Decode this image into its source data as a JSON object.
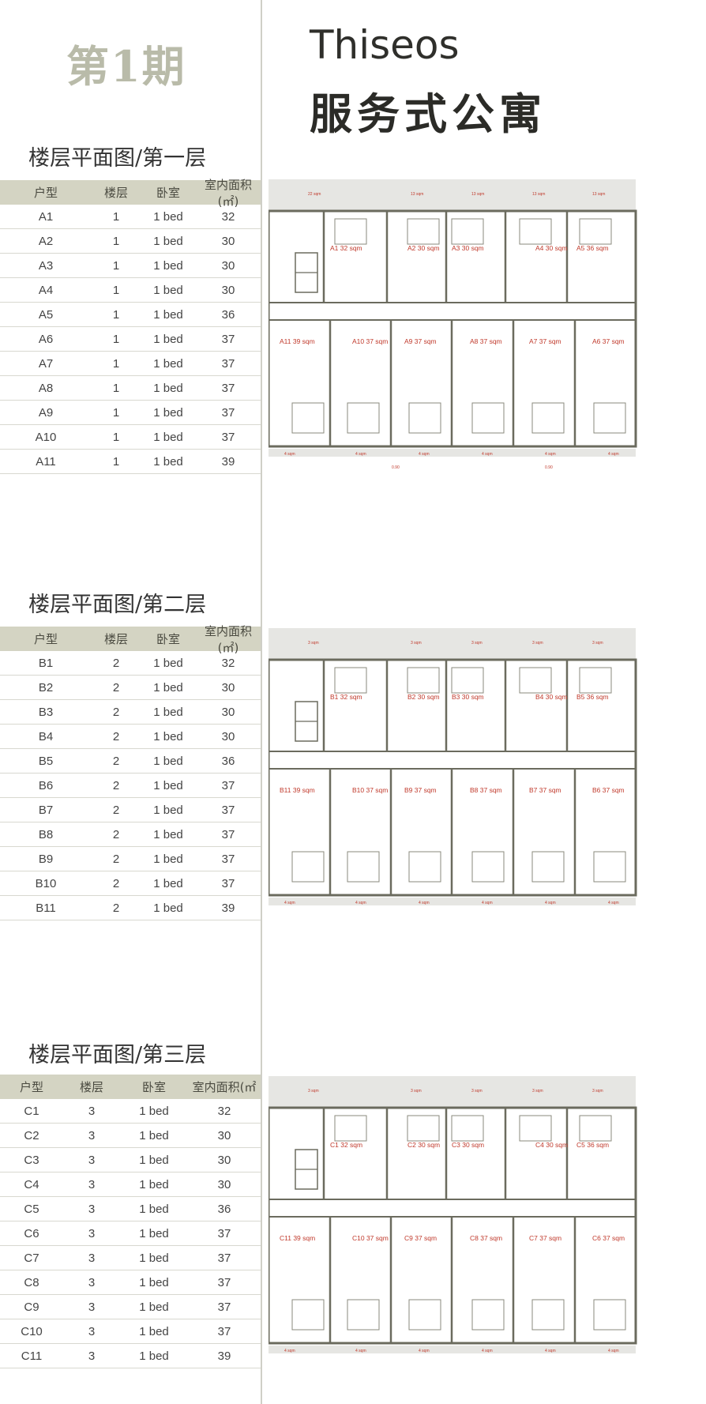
{
  "header": {
    "phase": "第1期",
    "brand": "Thiseos",
    "brand_sub": "服务式公寓"
  },
  "table_headers": [
    "户型",
    "楼层",
    "卧室",
    "室内面积(㎡)"
  ],
  "table_headers_c": [
    "户型",
    "楼层",
    "卧室",
    "室内面积(㎡"
  ],
  "floors": [
    {
      "title": "楼层平面图/第一层",
      "rows": [
        [
          "A1",
          "1",
          "1 bed",
          "32"
        ],
        [
          "A2",
          "1",
          "1 bed",
          "30"
        ],
        [
          "A3",
          "1",
          "1 bed",
          "30"
        ],
        [
          "A4",
          "1",
          "1 bed",
          "30"
        ],
        [
          "A5",
          "1",
          "1 bed",
          "36"
        ],
        [
          "A6",
          "1",
          "1 bed",
          "37"
        ],
        [
          "A7",
          "1",
          "1 bed",
          "37"
        ],
        [
          "A8",
          "1",
          "1 bed",
          "37"
        ],
        [
          "A9",
          "1",
          "1 bed",
          "37"
        ],
        [
          "A10",
          "1",
          "1 bed",
          "37"
        ],
        [
          "A11",
          "1",
          "1 bed",
          "39"
        ]
      ],
      "plan_top_labels": [
        "22 sqm",
        "13 sqm",
        "13 sqm",
        "13 sqm",
        "13 sqm"
      ],
      "plan_bottom_labels": [
        "4 sqm",
        "4 sqm",
        "4 sqm",
        "4 sqm",
        "4 sqm",
        "4 sqm"
      ],
      "units_top": [
        "A1 32 sqm",
        "A2 30 sqm",
        "A3 30 sqm",
        "A4 30 sqm",
        "A5 36 sqm"
      ],
      "units_bottom": [
        "A11 39 sqm",
        "A10 37 sqm",
        "A9 37 sqm",
        "A8 37 sqm",
        "A7 37 sqm",
        "A6 37 sqm"
      ],
      "dims": [
        "0.90",
        "0.90"
      ]
    },
    {
      "title": "楼层平面图/第二层",
      "rows": [
        [
          "B1",
          "2",
          "1 bed",
          "32"
        ],
        [
          "B2",
          "2",
          "1 bed",
          "30"
        ],
        [
          "B3",
          "2",
          "1 bed",
          "30"
        ],
        [
          "B4",
          "2",
          "1 bed",
          "30"
        ],
        [
          "B5",
          "2",
          "1 bed",
          "36"
        ],
        [
          "B6",
          "2",
          "1 bed",
          "37"
        ],
        [
          "B7",
          "2",
          "1 bed",
          "37"
        ],
        [
          "B8",
          "2",
          "1 bed",
          "37"
        ],
        [
          "B9",
          "2",
          "1 bed",
          "37"
        ],
        [
          "B10",
          "2",
          "1 bed",
          "37"
        ],
        [
          "B11",
          "2",
          "1 bed",
          "39"
        ]
      ],
      "plan_top_labels": [
        "3 sqm",
        "3 sqm",
        "3 sqm",
        "3 sqm",
        "3 sqm"
      ],
      "plan_bottom_labels": [
        "4 sqm",
        "4 sqm",
        "4 sqm",
        "4 sqm",
        "4 sqm",
        "4 sqm"
      ],
      "units_top": [
        "B1 32 sqm",
        "B2 30 sqm",
        "B3 30 sqm",
        "B4 30 sqm",
        "B5 36 sqm"
      ],
      "units_bottom": [
        "B11 39 sqm",
        "B10 37 sqm",
        "B9 37 sqm",
        "B8 37 sqm",
        "B7 37 sqm",
        "B6 37 sqm"
      ],
      "dims": []
    },
    {
      "title": "楼层平面图/第三层",
      "rows": [
        [
          "C1",
          "3",
          "1 bed",
          "32"
        ],
        [
          "C2",
          "3",
          "1 bed",
          "30"
        ],
        [
          "C3",
          "3",
          "1 bed",
          "30"
        ],
        [
          "C4",
          "3",
          "1 bed",
          "30"
        ],
        [
          "C5",
          "3",
          "1 bed",
          "36"
        ],
        [
          "C6",
          "3",
          "1 bed",
          "37"
        ],
        [
          "C7",
          "3",
          "1 bed",
          "37"
        ],
        [
          "C8",
          "3",
          "1 bed",
          "37"
        ],
        [
          "C9",
          "3",
          "1 bed",
          "37"
        ],
        [
          "C10",
          "3",
          "1 bed",
          "37"
        ],
        [
          "C11",
          "3",
          "1 bed",
          "39"
        ]
      ],
      "plan_top_labels": [
        "3 sqm",
        "3 sqm",
        "3 sqm",
        "3 sqm",
        "3 sqm"
      ],
      "plan_bottom_labels": [
        "4 sqm",
        "4 sqm",
        "4 sqm",
        "4 sqm",
        "4 sqm",
        "4 sqm"
      ],
      "units_top": [
        "C1 32 sqm",
        "C2 30 sqm",
        "C3 30 sqm",
        "C4 30 sqm",
        "C5 36 sqm"
      ],
      "units_bottom": [
        "C11 39 sqm",
        "C10 37 sqm",
        "C9 37 sqm",
        "C8 37 sqm",
        "C7 37 sqm",
        "C6 37 sqm"
      ],
      "dims": []
    }
  ]
}
